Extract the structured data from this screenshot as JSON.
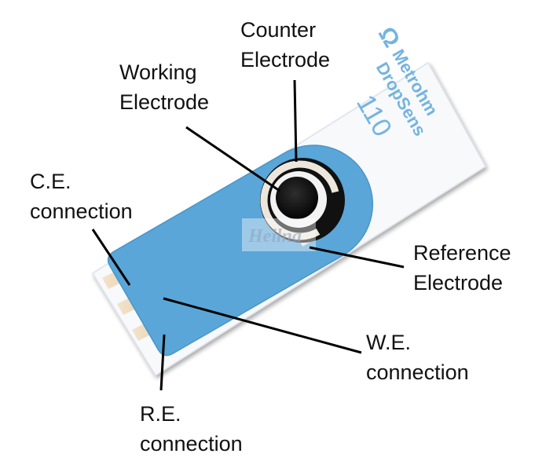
{
  "labels": {
    "counter_electrode": [
      "Counter",
      "Electrode"
    ],
    "working_electrode": [
      "Working",
      "Electrode"
    ],
    "ce_connection": [
      "C.E.",
      "connection"
    ],
    "reference_electrode": [
      "Reference",
      "Electrode"
    ],
    "we_connection": [
      "W.E.",
      "connection"
    ],
    "re_connection": [
      "R.E.",
      "connection"
    ]
  },
  "strip": {
    "brand_symbol": "Ω",
    "brand_name": "Metrohm",
    "product_name": "DropSens",
    "model_number": "110"
  },
  "watermark": "Heilna",
  "colors": {
    "strip_body": "#f7f9fb",
    "insulation": "#5aa6d8",
    "brand_text": "#74b4e0",
    "working_electrode": "#141414",
    "counter_electrode": "#111111",
    "reference_ring": "#ece6dc",
    "contact_pads": "#ecd9bf",
    "leader_lines": "#000000"
  }
}
